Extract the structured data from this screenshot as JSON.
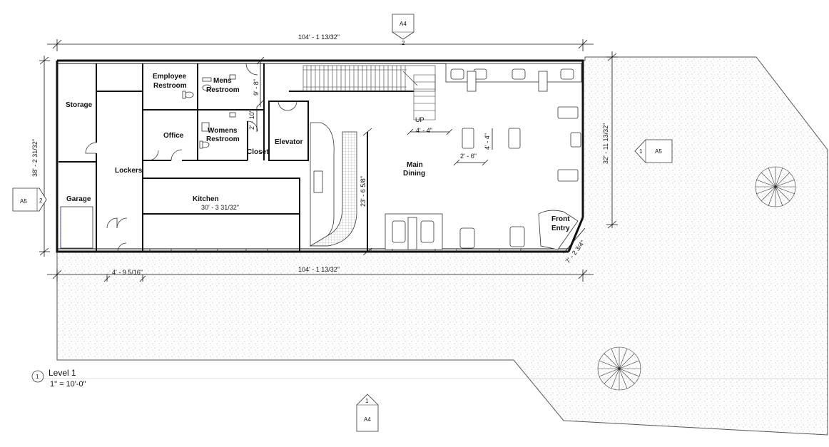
{
  "rooms": {
    "storage": "Storage",
    "employee_restroom_1": "Employee",
    "employee_restroom_2": "Restroom",
    "mens_restroom_1": "Mens",
    "mens_restroom_2": "Restroom",
    "office": "Office",
    "womens_restroom_1": "Womens",
    "womens_restroom_2": "Restroom",
    "closet": "Closet",
    "elevator": "Elevator",
    "lockers": "Lockers",
    "garage": "Garage",
    "kitchen": "Kitchen",
    "main_dining_1": "Main",
    "main_dining_2": "Dining",
    "front_entry_1": "Front",
    "front_entry_2": "Entry",
    "stair_up": "UP"
  },
  "dimensions": {
    "top_overall": "104' - 1 13/32\"",
    "bottom_overall": "104' - 1 13/32\"",
    "left_height": "38' - 2 31/32\"",
    "right_height": "32' - 11 13/32\"",
    "kitchen_width": "30' - 3 31/32\"",
    "dining_height": "23' - 6 5/8\"",
    "mens_height": "9' - 8\"",
    "closet_height": "2' - 10\"",
    "table_width": "4' - 4\"",
    "table_height": "4' - 4\"",
    "table_gap": "2' - 6\"",
    "door_width": "4' - 9 5/16\"",
    "entry_diag": "7' - 2 3/4\""
  },
  "section_markers": {
    "top": {
      "sheet": "A4",
      "num": "2"
    },
    "bottom": {
      "sheet": "A4",
      "num": "1"
    },
    "left": {
      "sheet": "A5",
      "num": "2"
    },
    "right": {
      "sheet": "A5",
      "num": "1"
    }
  },
  "view_title": {
    "number": "1",
    "name": "Level 1",
    "scale": "1\" = 10'-0\""
  }
}
